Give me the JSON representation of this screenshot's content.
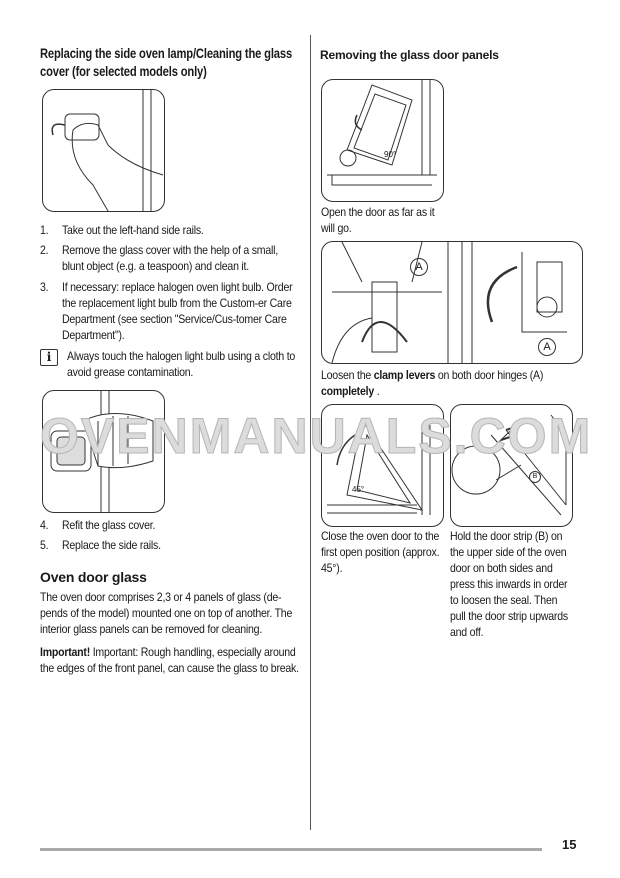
{
  "left": {
    "heading": "Replacing the side oven lamp/Cleaning the glass cover (for selected models only)",
    "steps_a": [
      {
        "n": "1.",
        "text": "Take out the left-hand side rails."
      },
      {
        "n": "2.",
        "text": "Remove the glass cover with the help of a small, blunt object (e.g. a teaspoon) and clean it."
      },
      {
        "n": "3.",
        "text": "If necessary: replace halogen oven light bulb. Order the replacement light bulb from the Custom-er Care Department (see section \"Service/Cus-tomer Care Department\")."
      }
    ],
    "info_note": "Always touch the halogen light bulb using a cloth to avoid grease contamination.",
    "info_icon": "i",
    "steps_b": [
      {
        "n": "4.",
        "text": "Refit the glass cover."
      },
      {
        "n": "5.",
        "text": "Replace the side rails."
      }
    ],
    "section_heading": "Oven door glass",
    "section_text": "The oven door comprises 2,3 or 4 panels of glass (de-pends of the model) mounted one on top of another. The interior glass panels can be removed for cleaning.",
    "important_label": "Important!",
    "important_text": " Important: Rough handling, especially around the edges of the front panel, can cause the glass to break."
  },
  "right": {
    "heading": "Removing the glass door panels",
    "fig1_label": "90°",
    "caption1": "Open the door as far as it will go.",
    "fig2_label": "A",
    "caption2_pre": "Loosen the ",
    "caption2_bold": "clamp levers",
    "caption2_mid": " on both door hinges (A) ",
    "caption2_bold2": "completely",
    "caption2_end": " .",
    "fig3_label": "45°",
    "caption3": "Close the oven door to the first open position (approx. 45°).",
    "fig4_label": "B",
    "caption4": "Hold the door strip (B) on the upper side of the oven door on both sides and press this inwards in order to loosen the seal. Then pull the door strip upwards and off."
  },
  "watermark": "OVENMANUALS.COM",
  "page_number": "15"
}
